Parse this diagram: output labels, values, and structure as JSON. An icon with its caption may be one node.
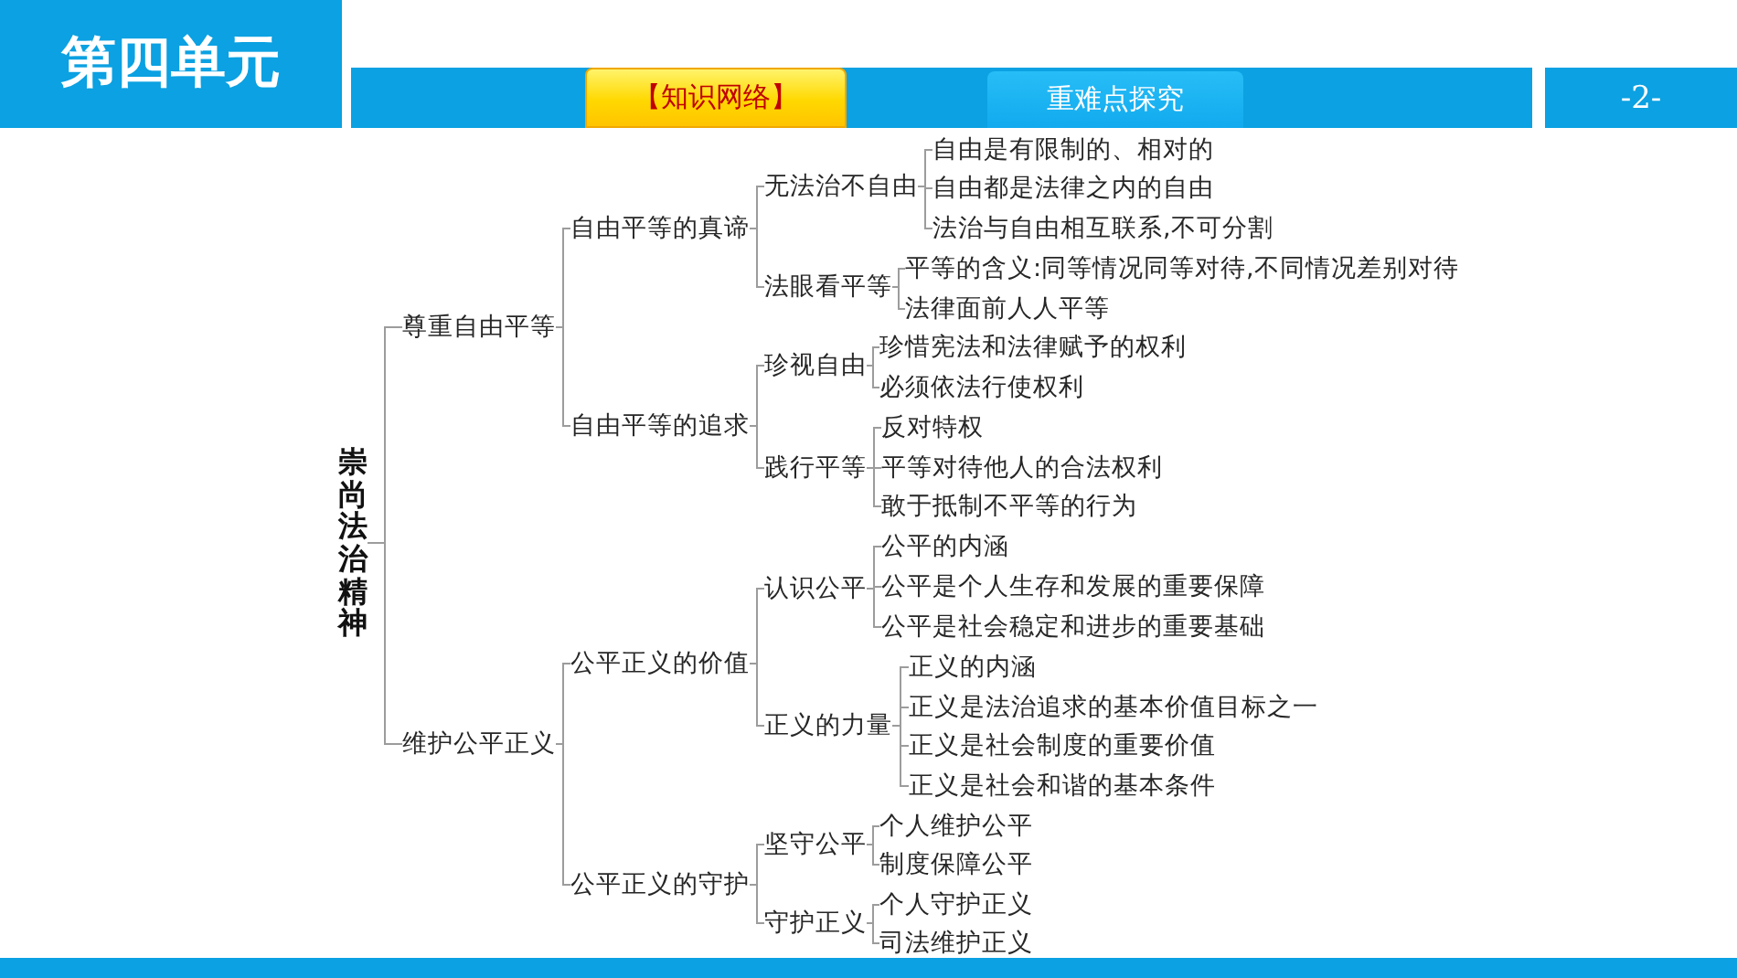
{
  "diagram": {
    "title": "第四单元",
    "nodes": [
      {
        "text": [
          "崇尚法治精神"
        ]
      },
      {
        "text": [
          "尊重自由平等"
        ]
      },
      {
        "text": [
          "自由平等的真谛"
        ]
      },
      {
        "text": [
          "无法治不自由"
        ]
      },
      {
        "text": [
          "自由是有限制的、相对的"
        ]
      },
      {
        "text": [
          "自由都是法律之内的自由"
        ]
      },
      {
        "text": [
          "法治与自由相互联系,不可分割"
        ]
      },
      {
        "text": [
          "法眼看平等"
        ]
      },
      {
        "text": [
          "平等的含义:同等情况同等对待,不同情况差别对待"
        ]
      },
      {
        "text": [
          "法律面前人人平等"
        ]
      },
      {
        "text": [
          "自由平等的追求"
        ]
      },
      {
        "text": [
          "珍视自由"
        ]
      },
      {
        "text": [
          "珍惜宪法和法律赋予的权利"
        ]
      },
      {
        "text": [
          "必须依法行使权利"
        ]
      },
      {
        "text": [
          "践行平等"
        ]
      },
      {
        "text": [
          "反对特权"
        ]
      },
      {
        "text": [
          "平等对待他人的合法权利"
        ]
      },
      {
        "text": [
          "敢于抵制不平等的行为"
        ]
      },
      {
        "text": [
          "维护公平正义"
        ]
      },
      {
        "text": [
          "公平正义的价值"
        ]
      },
      {
        "text": [
          "认识公平"
        ]
      },
      {
        "text": [
          "公平的内涵"
        ]
      },
      {
        "text": [
          "公平是个人生存和发展的重要保障"
        ]
      },
      {
        "text": [
          "公平是社会稳定和进步的重要基础"
        ]
      },
      {
        "text": [
          "正义的力量"
        ]
      },
      {
        "text": [
          "正义的内涵"
        ]
      },
      {
        "text": [
          "正义是法治追求的基本价值目标之一"
        ]
      },
      {
        "text": [
          "正义是社会制度的重要价值"
        ]
      },
      {
        "text": [
          "正义是社会和谐的基本条件"
        ]
      },
      {
        "text": [
          "公平正义的守护"
        ]
      },
      {
        "text": [
          "坚守公平"
        ]
      },
      {
        "text": [
          "个人维护公平"
        ]
      },
      {
        "text": [
          "制度保障公平"
        ]
      },
      {
        "text": [
          "守护正义"
        ]
      },
      {
        "text": [
          "个人守护正义"
        ]
      },
      {
        "text": [
          "司法维护正义"
        ]
      }
    ],
    "edges": [
      {
        "from": 0,
        "to": 1,
        "arrow": "none"
      },
      {
        "from": 0,
        "to": 18,
        "arrow": "none"
      },
      {
        "from": 1,
        "to": 2,
        "arrow": "none"
      },
      {
        "from": 1,
        "to": 10,
        "arrow": "none"
      },
      {
        "from": 2,
        "to": 3,
        "arrow": "none"
      },
      {
        "from": 2,
        "to": 7,
        "arrow": "none"
      },
      {
        "from": 3,
        "to": 4,
        "arrow": "none"
      },
      {
        "from": 3,
        "to": 5,
        "arrow": "none"
      },
      {
        "from": 3,
        "to": 6,
        "arrow": "none"
      },
      {
        "from": 7,
        "to": 8,
        "arrow": "none"
      },
      {
        "from": 7,
        "to": 9,
        "arrow": "none"
      },
      {
        "from": 10,
        "to": 11,
        "arrow": "none"
      },
      {
        "from": 10,
        "to": 14,
        "arrow": "none"
      },
      {
        "from": 11,
        "to": 12,
        "arrow": "none"
      },
      {
        "from": 11,
        "to": 13,
        "arrow": "none"
      },
      {
        "from": 14,
        "to": 15,
        "arrow": "none"
      },
      {
        "from": 14,
        "to": 16,
        "arrow": "none"
      },
      {
        "from": 14,
        "to": 17,
        "arrow": "none"
      },
      {
        "from": 18,
        "to": 19,
        "arrow": "none"
      },
      {
        "from": 18,
        "to": 29,
        "arrow": "none"
      },
      {
        "from": 19,
        "to": 20,
        "arrow": "none"
      },
      {
        "from": 19,
        "to": 24,
        "arrow": "none"
      },
      {
        "from": 20,
        "to": 21,
        "arrow": "none"
      },
      {
        "from": 20,
        "to": 22,
        "arrow": "none"
      },
      {
        "from": 20,
        "to": 23,
        "arrow": "none"
      },
      {
        "from": 24,
        "to": 25,
        "arrow": "none"
      },
      {
        "from": 24,
        "to": 26,
        "arrow": "none"
      },
      {
        "from": 24,
        "to": 27,
        "arrow": "none"
      },
      {
        "from": 24,
        "to": 28,
        "arrow": "none"
      },
      {
        "from": 29,
        "to": 30,
        "arrow": "none"
      },
      {
        "from": 29,
        "to": 33,
        "arrow": "none"
      },
      {
        "from": 30,
        "to": 31,
        "arrow": "none"
      },
      {
        "from": 30,
        "to": 32,
        "arrow": "none"
      },
      {
        "from": 33,
        "to": 34,
        "arrow": "none"
      },
      {
        "from": 33,
        "to": 35,
        "arrow": "none"
      }
    ],
    "labels": [
      "【知识网络】",
      "重难点探究",
      "-2-"
    ]
  }
}
